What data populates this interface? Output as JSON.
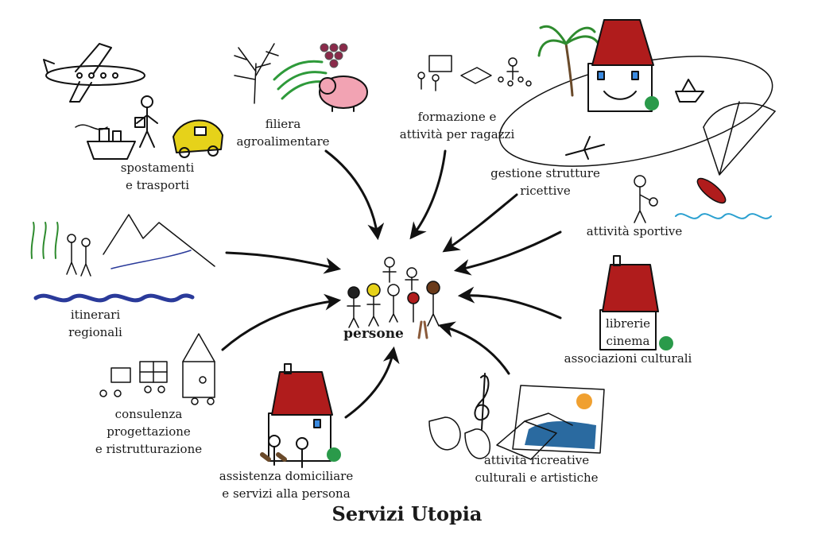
{
  "title": "Servizi Utopia",
  "center_label": "persone",
  "services": {
    "spostamenti": [
      "spostamenti",
      "e trasporti"
    ],
    "filiera": [
      "filiera",
      "agroalimentare"
    ],
    "formazione": [
      "formazione e",
      "attività per ragazzi"
    ],
    "gestione": [
      "gestione strutture",
      "ricettive"
    ],
    "sportive": [
      "attività sportive"
    ],
    "itinerari": [
      "itinerari",
      "regionali"
    ],
    "librerie": [
      "librerie",
      "cinema",
      "associazioni culturali"
    ],
    "consulenza": [
      "consulenza",
      "progettazione",
      "e ristrutturazione"
    ],
    "assistenza": [
      "assistenza domiciliare",
      "e servizi alla persona"
    ],
    "ricreative": [
      "attività ricreative",
      "culturali e artistiche"
    ]
  },
  "colors": {
    "roof": "#b01c1c",
    "water": "#2a3a9a",
    "car": "#e6d21a",
    "pig": "#f2a3b3",
    "bush": "#2a9a4a",
    "palm": "#2e8b2e"
  }
}
